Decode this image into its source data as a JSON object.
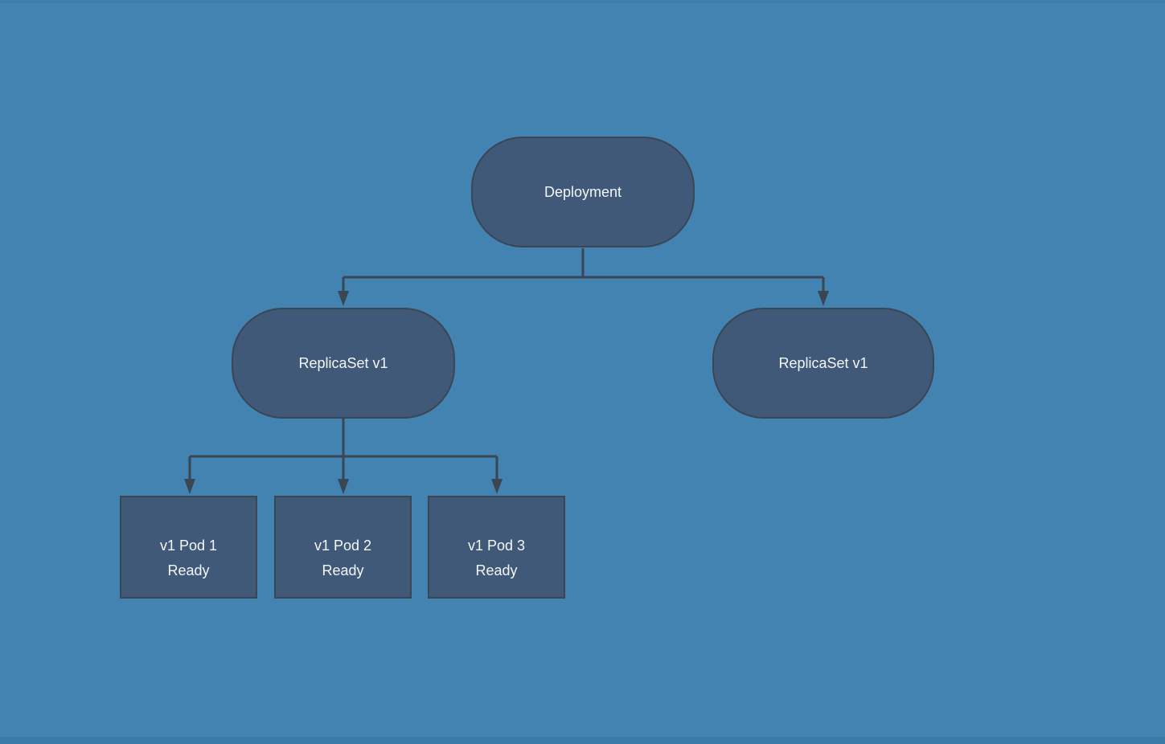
{
  "diagram": {
    "colors": {
      "background": "#4383b1",
      "node_fill": "#405978",
      "node_border": "#3a4653",
      "connector": "#3a4653",
      "text": "#f4f6f8"
    },
    "deployment": {
      "label": "Deployment"
    },
    "replicasets": [
      {
        "label": "ReplicaSet v1"
      },
      {
        "label": "ReplicaSet v1"
      }
    ],
    "pods": [
      {
        "name": "v1 Pod 1",
        "status": "Ready"
      },
      {
        "name": "v1 Pod 2",
        "status": "Ready"
      },
      {
        "name": "v1 Pod 3",
        "status": "Ready"
      }
    ]
  }
}
